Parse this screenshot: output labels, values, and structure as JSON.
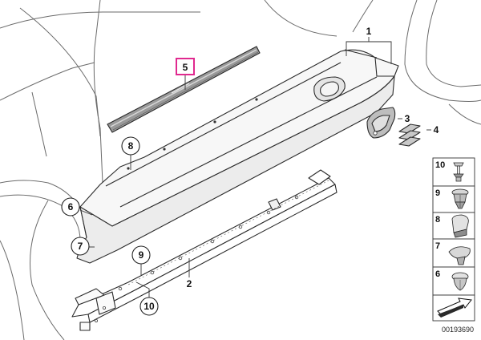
{
  "title": "",
  "callouts": {
    "c1": "1",
    "c2": "2",
    "c3": "3",
    "c4": "4",
    "c5": "5",
    "c6": "6",
    "c7": "7",
    "c8": "8",
    "c9": "9",
    "c10": "10"
  },
  "legend": {
    "items": [
      {
        "label": "10",
        "icon": "push-pin-clip-icon"
      },
      {
        "label": "9",
        "icon": "expanding-rivet-icon"
      },
      {
        "label": "8",
        "icon": "plastic-nut-clip-icon"
      },
      {
        "label": "7",
        "icon": "flat-clip-icon"
      },
      {
        "label": "6",
        "icon": "mushroom-clip-icon"
      }
    ]
  },
  "catalog_number": "00193690",
  "colors": {
    "highlight": "#e0298f",
    "line": "#2a2a2a",
    "part_fill": "#f7f7f7",
    "strip_fill": "#9a9a9a"
  }
}
